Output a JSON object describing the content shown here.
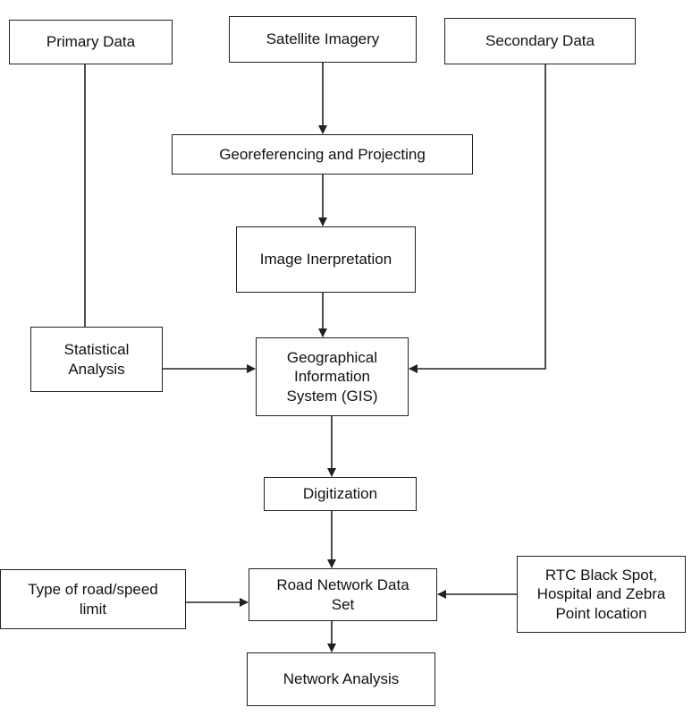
{
  "nodes": {
    "primary_data": "Primary Data",
    "satellite_imagery": "Satellite Imagery",
    "secondary_data": "Secondary Data",
    "georeferencing": "Georeferencing and Projecting",
    "image_interpretation": "Image Inerpretation",
    "statistical_analysis": "Statistical\nAnalysis",
    "gis": "Geographical\nInformation\nSystem (GIS)",
    "digitization": "Digitization",
    "type_of_road": "Type of road/speed\nlimit",
    "road_network": "Road Network Data\nSet",
    "rtc_black_spot": "RTC Black Spot,\nHospital and Zebra\nPoint location",
    "network_analysis": "Network Analysis"
  },
  "edges": [
    {
      "from": "satellite_imagery",
      "to": "georeferencing",
      "arrow": true
    },
    {
      "from": "georeferencing",
      "to": "image_interpretation",
      "arrow": true
    },
    {
      "from": "image_interpretation",
      "to": "gis",
      "arrow": true
    },
    {
      "from": "primary_data",
      "to": "statistical_analysis",
      "arrow": false
    },
    {
      "from": "statistical_analysis",
      "to": "gis",
      "arrow": true
    },
    {
      "from": "secondary_data",
      "to": "gis",
      "arrow": true
    },
    {
      "from": "gis",
      "to": "digitization",
      "arrow": true
    },
    {
      "from": "digitization",
      "to": "road_network",
      "arrow": true
    },
    {
      "from": "type_of_road",
      "to": "road_network",
      "arrow": true
    },
    {
      "from": "rtc_black_spot",
      "to": "road_network",
      "arrow": true
    },
    {
      "from": "road_network",
      "to": "network_analysis",
      "arrow": true
    }
  ]
}
